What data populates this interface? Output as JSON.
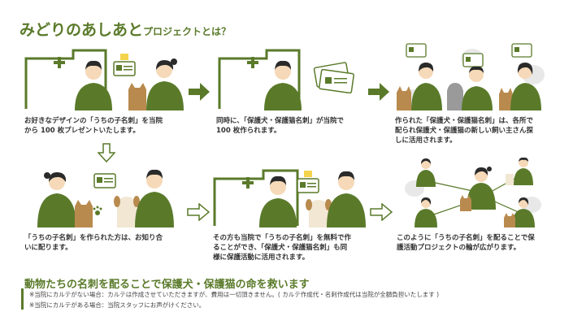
{
  "header": {
    "title_main": "みどりのあしあと",
    "title_sub": "プロジェクトとは？"
  },
  "steps": [
    {
      "caption_l1": "お好きなデザインの「うちの子名刺」を当院",
      "caption_l2": "から 100 枚プレゼントいたします。"
    },
    {
      "caption_l1": "同時に、「保護犬・保護猫名刺」が当院で",
      "caption_l2": "100 枚作られます。"
    },
    {
      "caption_l1": "作られた「保護犬・保護猫名刺」は、各所で",
      "caption_l2": "配られ保護犬・保護猫の新しい飼い主さん探",
      "caption_l3": "しに活用されます。"
    },
    {
      "caption_l1": "「うちの子名刺」を作られた方は、お知り合",
      "caption_l2": "いに配ります。"
    },
    {
      "caption_l1": "その方も当院で「うちの子名刺」を無料で作",
      "caption_l2": "ることができ、「保護犬・保護猫名刺」も同",
      "caption_l3": "様に保護活動に活用されます。"
    },
    {
      "caption_l1": "このように「うちの子名刺」を配ることで保",
      "caption_l2": "護活動プロジェクトの輪が広がります。"
    }
  ],
  "footer": {
    "title": "動物たちの名刺を配ることで保護犬・保護猫の命を救います",
    "note1": "※当院にカルテがない場合：カルテは作成させていただきますが、費用は一切頂きません。( カルテ作成代・名刺作成代は当院が全額負担いたします )",
    "note2": "※当院にカルテがある場合：当院スタッフにお声がけください。"
  },
  "colors": {
    "green": "#5a7a2a",
    "skin": "#f6d9b8",
    "hair": "#2a2a2a",
    "cat": "#b98a4e",
    "dog": "#f1e7d3"
  }
}
